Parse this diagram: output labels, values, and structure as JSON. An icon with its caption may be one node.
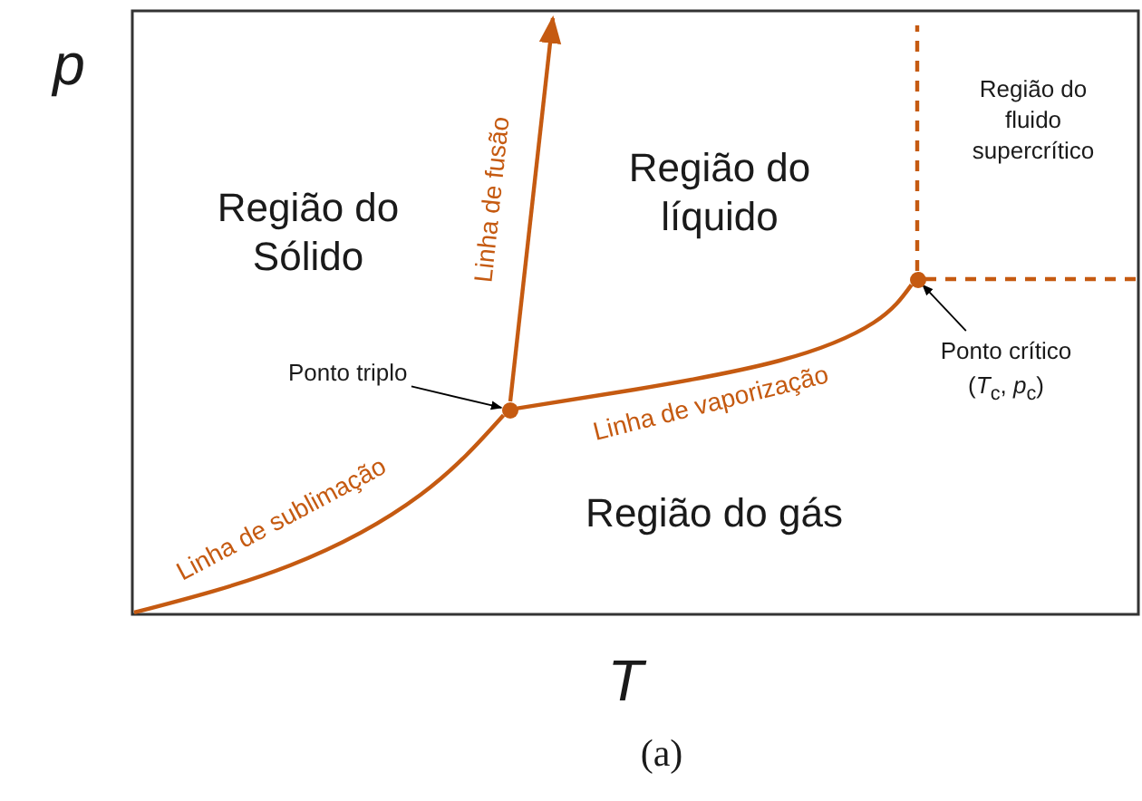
{
  "diagram": {
    "caption": "(a)",
    "nodes": [
      {
        "text": [],
        "shape": "circle"
      },
      {
        "text": [
          "Ponto crítico (*T*$_{c}$, *p*$_{c}$)"
        ]
      },
      {
        "text": [
          "Ponto triplo"
        ]
      },
      {
        "text": [],
        "shape": "circle"
      }
    ],
    "edges": [
      {
        "from": null,
        "to": 3,
        "arrow": "none",
        "label": "Linha de sublimação"
      },
      {
        "from": 3,
        "to": null,
        "arrow": "to",
        "label": "Linha de fusão"
      },
      {
        "from": 3,
        "to": 0,
        "arrow": "none",
        "label": "Linha de vaporização"
      },
      {
        "from": 0,
        "to": null,
        "arrow": "none",
        "style": "dashed"
      },
      {
        "from": 0,
        "to": null,
        "arrow": "none",
        "style": "dashed"
      },
      {
        "from": 2,
        "to": 3,
        "arrow": "to",
        "color": "#000000"
      },
      {
        "from": 1,
        "to": 0,
        "arrow": "to",
        "color": "#000000"
      }
    ],
    "labels": [
      "p",
      "Região do Sólido",
      "Região do líquido",
      "Região do fluido supercrítico",
      "Região do gás",
      "T"
    ]
  }
}
